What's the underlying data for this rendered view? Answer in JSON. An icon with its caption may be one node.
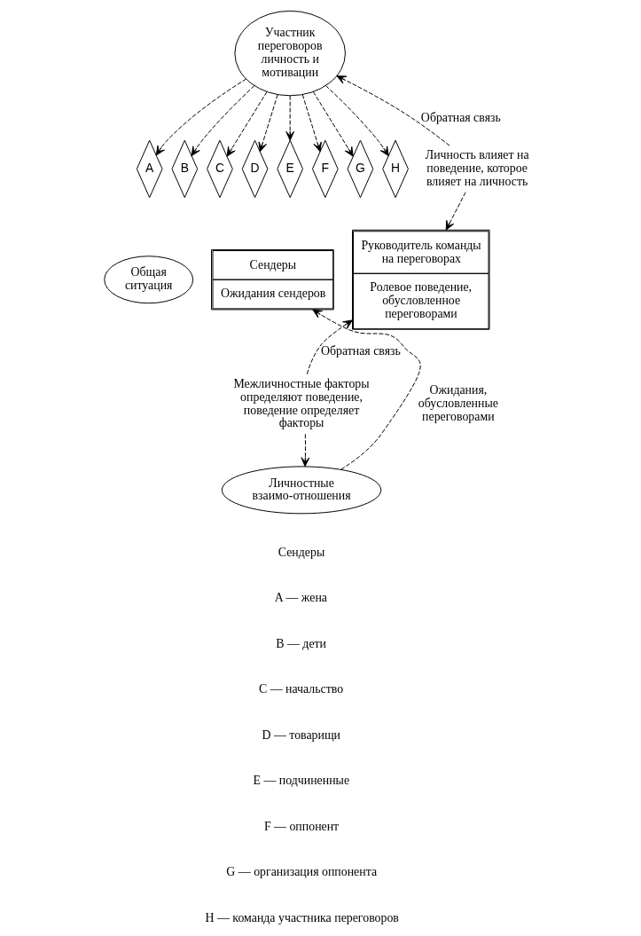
{
  "diagram": {
    "nodes": [
      {
        "text": [
          "Участник переговоров личность и мотивации"
        ]
      },
      {
        "text": [
          "Личность влияет на поведение, которое влияет на личность"
        ]
      },
      {
        "text": [
          "A"
        ]
      },
      {
        "text": [
          "B"
        ]
      },
      {
        "text": [
          "C"
        ]
      },
      {
        "text": [
          "D"
        ]
      },
      {
        "text": [
          "E"
        ]
      },
      {
        "text": [
          "F"
        ]
      },
      {
        "text": [
          "G"
        ]
      },
      {
        "text": [
          "H"
        ]
      },
      {
        "text": [
          "Общая ситуация"
        ]
      },
      {
        "text": [
          "Сендеры",
          "Ожидания сендеров"
        ]
      },
      {
        "text": [
          "Руководитель команды на переговорах",
          "Ролевое поведение, обусловленное переговорами"
        ]
      },
      {
        "text": [
          "Межличностные факторы определяют поведение, поведение определяет факторы"
        ]
      },
      {
        "text": [
          "Личностные взаимо-отношения"
        ]
      }
    ],
    "edges": [
      {
        "from": 0,
        "to": 2,
        "arrow": "to",
        "style": "dashed"
      },
      {
        "from": 0,
        "to": 3,
        "arrow": "to",
        "style": "dashed"
      },
      {
        "from": 0,
        "to": 4,
        "arrow": "to",
        "style": "dashed"
      },
      {
        "from": 0,
        "to": 5,
        "arrow": "to",
        "style": "dashed"
      },
      {
        "from": 0,
        "to": 6,
        "arrow": "to",
        "style": "dashed"
      },
      {
        "from": 0,
        "to": 7,
        "arrow": "to",
        "style": "dashed"
      },
      {
        "from": 0,
        "to": 8,
        "arrow": "to",
        "style": "dashed"
      },
      {
        "from": 0,
        "to": 9,
        "arrow": "to",
        "style": "dashed"
      },
      {
        "from": 1,
        "to": 0,
        "arrow": "to",
        "style": "dashed",
        "label": "Обратная связь"
      },
      {
        "from": 1,
        "to": 12,
        "arrow": "to",
        "style": "dashed"
      },
      {
        "from": 13,
        "to": 12,
        "arrow": "to",
        "style": "dashed",
        "label": "Обратная связь"
      },
      {
        "from": 13,
        "to": 14,
        "arrow": "to",
        "style": "dashed"
      },
      {
        "from": 14,
        "to": 11,
        "arrow": "to",
        "style": "dashed",
        "label": "Ожидания, обусловленные переговорами"
      }
    ],
    "labels": [
      "Сендеры",
      "A — жена",
      "B — дети",
      "C — начальство",
      "D — товарищи",
      "E — подчиненные",
      "F — оппонент",
      "G — организация оппонента",
      "H — команда участника переговоров"
    ]
  }
}
